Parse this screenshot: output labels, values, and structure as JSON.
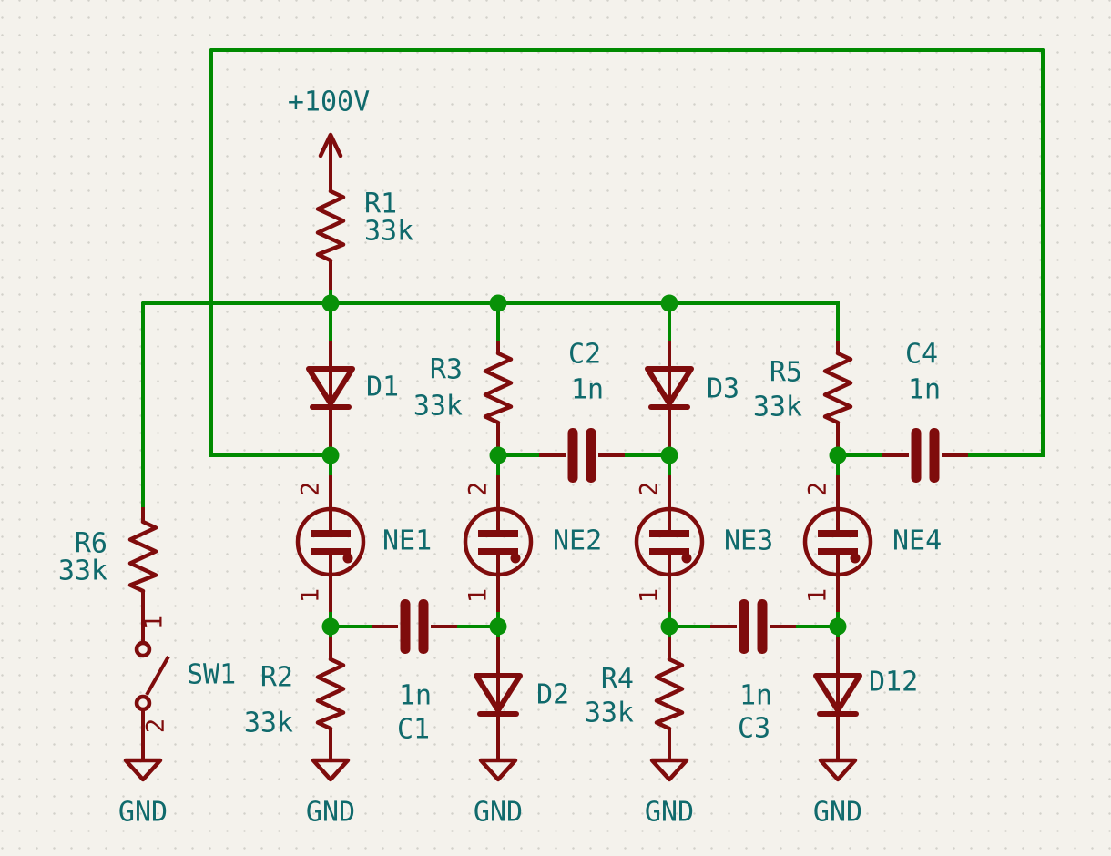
{
  "schematic_type": "neon-lamp ring counter circuit (KiCad style)",
  "colors": {
    "background": "#F4F2EC",
    "grid_dot": "#D2D1CA",
    "wire_green": "#008A00",
    "component_red": "#7F0C0C",
    "label_teal": "#106A6C"
  },
  "power_label": "+100V",
  "ground_label": "GND",
  "pin_numbers": {
    "pin1": "1",
    "pin2": "2"
  },
  "components": {
    "R1": {
      "ref": "R1",
      "value": "33k"
    },
    "R2": {
      "ref": "R2",
      "value": "33k"
    },
    "R3": {
      "ref": "R3",
      "value": "33k"
    },
    "R4": {
      "ref": "R4",
      "value": "33k"
    },
    "R5": {
      "ref": "R5",
      "value": "33k"
    },
    "R6": {
      "ref": "R6",
      "value": "33k"
    },
    "C1": {
      "ref": "C1",
      "value": "1n"
    },
    "C2": {
      "ref": "C2",
      "value": "1n"
    },
    "C3": {
      "ref": "C3",
      "value": "1n"
    },
    "C4": {
      "ref": "C4",
      "value": "1n"
    },
    "D1": {
      "ref": "D1"
    },
    "D2": {
      "ref": "D2"
    },
    "D3": {
      "ref": "D3"
    },
    "D12": {
      "ref": "D12"
    },
    "NE1": {
      "ref": "NE1"
    },
    "NE2": {
      "ref": "NE2"
    },
    "NE3": {
      "ref": "NE3"
    },
    "NE4": {
      "ref": "NE4"
    },
    "SW1": {
      "ref": "SW1"
    }
  }
}
